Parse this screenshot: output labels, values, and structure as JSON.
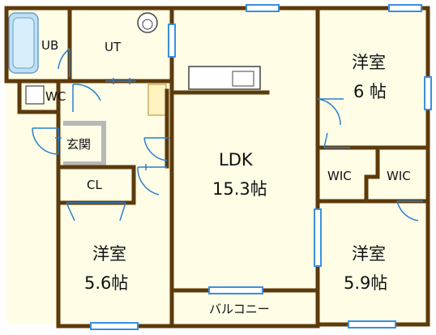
{
  "rooms": {
    "ub": {
      "label": "UB"
    },
    "ut": {
      "label": "UT"
    },
    "wc": {
      "label": "WC"
    },
    "genkan": {
      "label": "玄関"
    },
    "cl": {
      "label": "CL"
    },
    "ldk": {
      "label": "LDK",
      "size": "15.3帖"
    },
    "bed_ne": {
      "label": "洋室",
      "size": "6 帖"
    },
    "bed_sw": {
      "label": "洋室",
      "size": "5.6帖"
    },
    "bed_se": {
      "label": "洋室",
      "size": "5.9帖"
    },
    "wic1": {
      "label": "WIC"
    },
    "wic2": {
      "label": "WIC"
    },
    "balcony": {
      "label": "バルコニー"
    }
  },
  "colors": {
    "wall": "#5c3a0a",
    "room_fill": "#fffde6",
    "window": "#3a8fe0",
    "door_line": "#2a7fcf",
    "bath_fill": "#bfe0f5",
    "genkan_border": "#b8b8b8",
    "fixture_fill": "#fff3c0"
  }
}
